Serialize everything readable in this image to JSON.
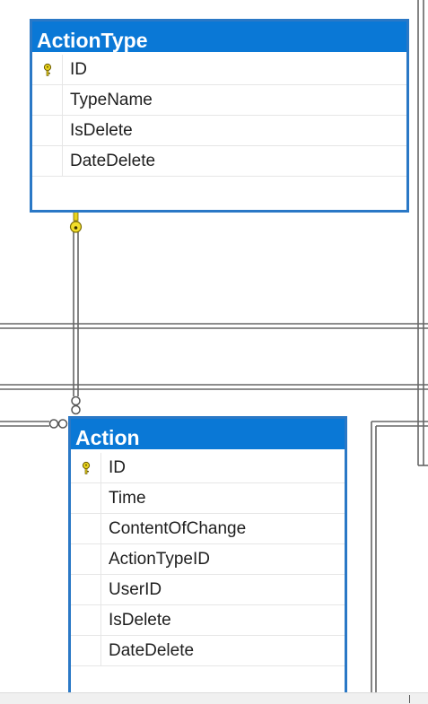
{
  "diagram": {
    "tables": [
      {
        "name": "ActionType",
        "columns": [
          {
            "name": "ID",
            "primary_key": true
          },
          {
            "name": "TypeName",
            "primary_key": false
          },
          {
            "name": "IsDelete",
            "primary_key": false
          },
          {
            "name": "DateDelete",
            "primary_key": false
          }
        ]
      },
      {
        "name": "Action",
        "columns": [
          {
            "name": "ID",
            "primary_key": true
          },
          {
            "name": "Time",
            "primary_key": false
          },
          {
            "name": "ContentOfChange",
            "primary_key": false
          },
          {
            "name": "ActionTypeID",
            "primary_key": false
          },
          {
            "name": "UserID",
            "primary_key": false
          },
          {
            "name": "IsDelete",
            "primary_key": false
          },
          {
            "name": "DateDelete",
            "primary_key": false
          }
        ]
      }
    ],
    "relationships": [
      {
        "from": "ActionType.ID",
        "to": "Action.ActionTypeID",
        "one_end": "key",
        "many_end": "infinity"
      }
    ],
    "colors": {
      "table_header": "#0a78d6",
      "table_border": "#2a78c6",
      "key_icon": "#e8d21c",
      "connector": "#6a6a6a"
    }
  }
}
